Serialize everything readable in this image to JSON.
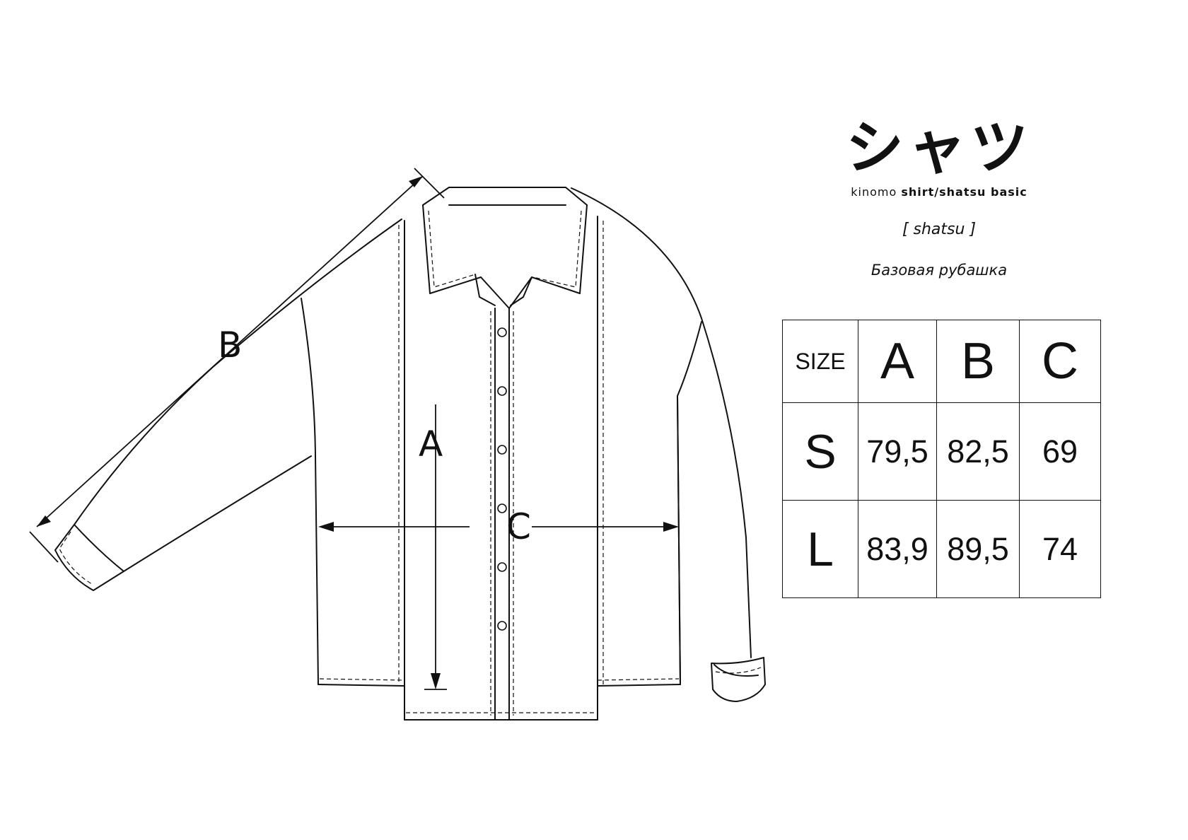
{
  "header": {
    "title_jp": "シャツ",
    "subtitle_light": "kinomo",
    "subtitle_bold": "shirt/shatsu basic",
    "romaji": "[ shatsu ]",
    "russian": "Базовая рубашка"
  },
  "diagram": {
    "labels": {
      "a": "A",
      "b": "B",
      "c": "C"
    }
  },
  "size_table": {
    "header": [
      "SIZE",
      "A",
      "B",
      "C"
    ],
    "rows": [
      {
        "size": "S",
        "a": "79,5",
        "b": "82,5",
        "c": "69"
      },
      {
        "size": "L",
        "a": "83,9",
        "b": "89,5",
        "c": "74"
      }
    ]
  }
}
